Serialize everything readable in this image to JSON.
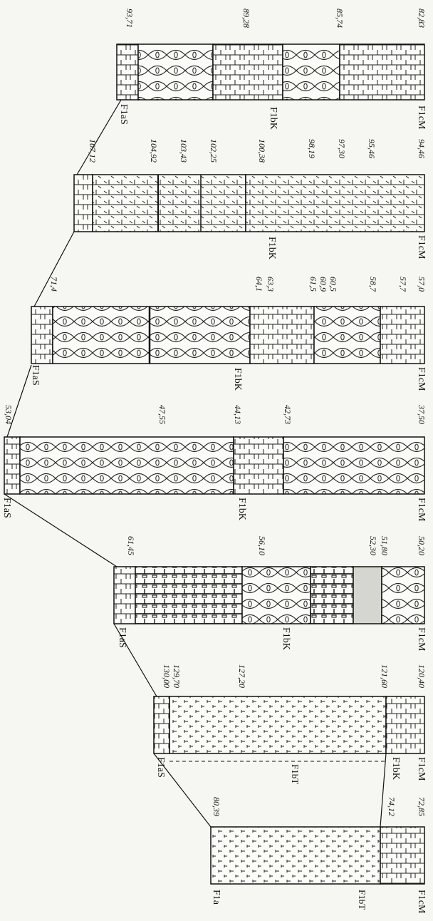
{
  "diagram": {
    "columns": [
      {
        "id": "col1",
        "top_label": "F1cM",
        "side_label": "F1bK",
        "bottom_label": "F1aS",
        "depths": [
          "82,83",
          "85,74",
          "89,28",
          "93,71"
        ]
      },
      {
        "id": "col2",
        "top_label": "F1cM",
        "side_label": "F1bK",
        "bottom_label": "",
        "depths": [
          "94,46",
          "95,46",
          "97,30",
          "98,19",
          "100,38",
          "102,25",
          "103,43",
          "104,92",
          "107,12"
        ]
      },
      {
        "id": "col3",
        "top_label": "F1cM",
        "side_label": "F1bK",
        "bottom_label": "F1aS",
        "depths": [
          "57,0",
          "57,7",
          "58,7",
          "60,5",
          "60,9",
          "61,5",
          "63,3",
          "64,1",
          "71,4"
        ]
      },
      {
        "id": "col4",
        "top_label": "F1cM",
        "side_label": "F1bK",
        "bottom_label": "F1aS",
        "depths": [
          "37,50",
          "42,73",
          "44,13",
          "47,55",
          "53,04"
        ]
      },
      {
        "id": "col5",
        "top_label": "F1cM",
        "side_label": "F1bK",
        "bottom_label": "F1aS",
        "depths": [
          "50,20",
          "51,80",
          "52,30",
          "56,10",
          "61,45"
        ]
      },
      {
        "id": "col6",
        "top_label": "F1cM",
        "side_label": "F1bK",
        "bottom_label": "F1aS",
        "extra_label": "F1bT",
        "depths": [
          "120,40",
          "121,60",
          "127,20",
          "129,70",
          "130,00"
        ]
      },
      {
        "id": "col7",
        "top_label": "F1cM",
        "side_label": "F1bT",
        "bottom_label": "F1a",
        "depths": [
          "72,85",
          "74,12",
          "80,39"
        ]
      }
    ]
  }
}
